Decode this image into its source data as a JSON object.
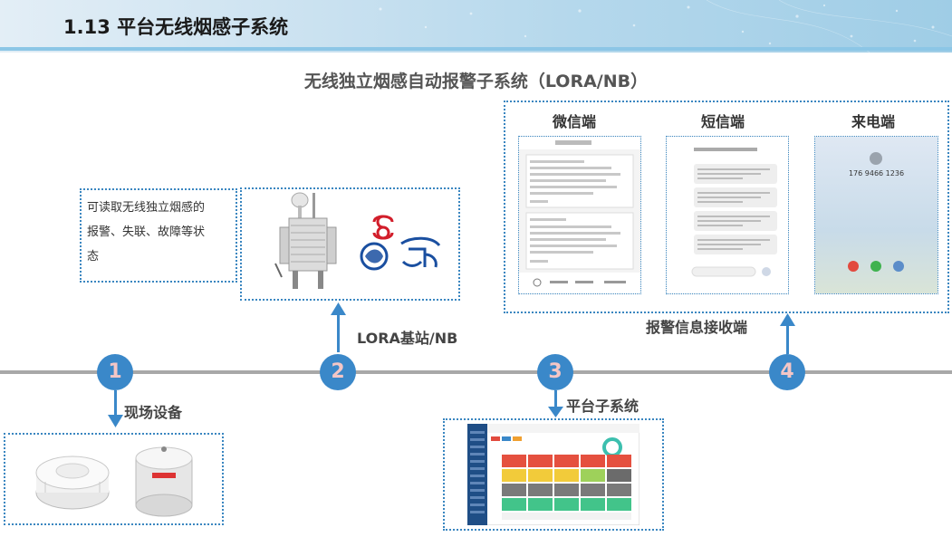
{
  "header": {
    "title": "1.13 平台无线烟感子系统"
  },
  "main_title": "无线独立烟感自动报警子系统（LORA/NB）",
  "note": {
    "lines": [
      "可读取无线独立烟感的",
      "报警、失联、故障等状",
      "态"
    ]
  },
  "channels": [
    {
      "label": "微信端"
    },
    {
      "label": "短信端"
    },
    {
      "label": "来电端"
    }
  ],
  "labels": {
    "base_station": "LORA基站/NB",
    "alarm_receiver": "报警信息接收端",
    "onsite_devices": "现场设备",
    "platform_subsystem": "平台子系统"
  },
  "steps": [
    "1",
    "2",
    "3",
    "4"
  ],
  "phone_call": {
    "number": "176 9466 1236"
  },
  "colors": {
    "accent": "#3a88c9",
    "circle_text": "#f4c6c6",
    "dotted_border": "#3a86c0"
  }
}
